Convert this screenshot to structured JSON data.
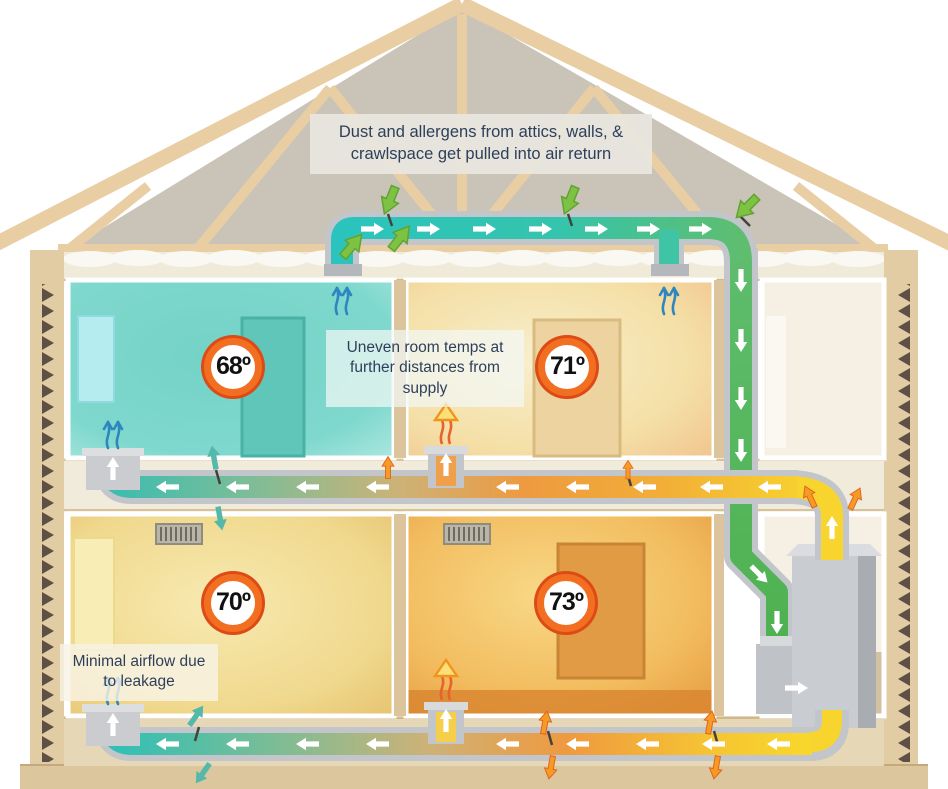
{
  "callouts": {
    "dust_return": "Dust and allergens from attics, walls, & crawlspace get pulled into air return",
    "uneven_temps": "Uneven room temps at further distances from supply",
    "minimal_airflow": "Minimal airflow due to leakage"
  },
  "rooms": [
    {
      "name": "upstairs-left",
      "temp": "68º"
    },
    {
      "name": "upstairs-right",
      "temp": "71º"
    },
    {
      "name": "downstairs-left",
      "temp": "70º"
    },
    {
      "name": "downstairs-right",
      "temp": "73º"
    }
  ],
  "colors": {
    "return_duct_teal": "#2ac4be",
    "return_duct_green": "#5cb854",
    "supply_duct_orange": "#ef9a40",
    "supply_duct_yellow": "#f8d42e",
    "badge_ring_orange": "#f26f21",
    "callout_text_navy": "#2e3f5a",
    "dust_arrow_green": "#7dc243",
    "leak_arrow_orange": "#f59b24",
    "roof_wood_tan": "#e9cea4"
  }
}
